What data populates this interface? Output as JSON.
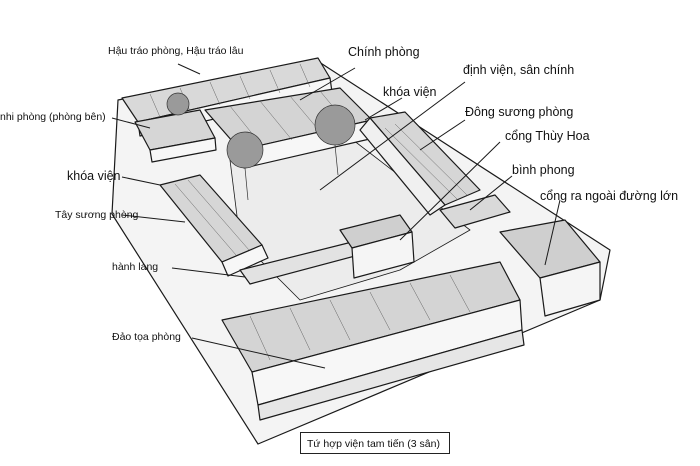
{
  "labels": {
    "hau_trao": "Hậu tráo phòng, Hậu tráo lâu",
    "chinh_phong": "Chính phòng",
    "dinh_vien": "định viện, sân chính",
    "khoa_vien_top": "khóa viện",
    "nhi_phong": "nhi phòng (phòng bên)",
    "dong_suong": "Đông sương phòng",
    "cong_thuy_hoa": "cổng Thùy Hoa",
    "khoa_vien_left": "khóa viện",
    "binh_phong": "bình phong",
    "cong_ra": "cổng ra ngoài đường lớn",
    "tay_suong": "Tây sương phòng",
    "hanh_lang": "hành lang",
    "dao_toa": "Đảo tọa phòng"
  },
  "caption": "Tứ hợp viện tam tiến (3 sân)",
  "colors": {
    "ink": "#1a1a1a",
    "roof": "#d9d9d9",
    "ground": "#f2f2f2",
    "tree": "#9a9a9a"
  }
}
